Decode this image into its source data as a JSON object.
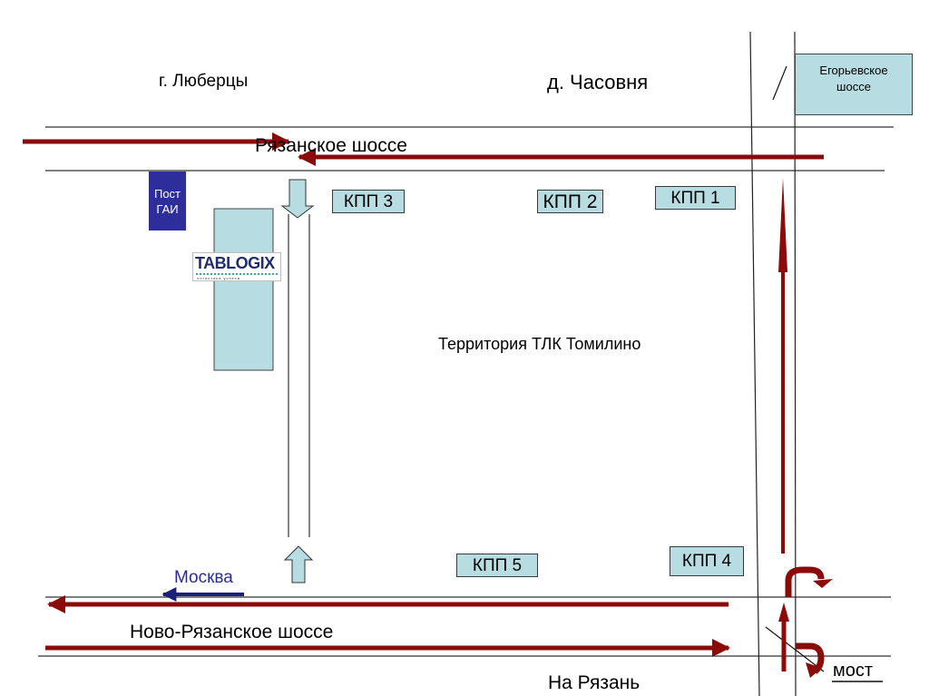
{
  "title": "Схема проезда: Территория ТЛК Томилино",
  "places": {
    "lyubertsy": "г. Люберцы",
    "chasovnya": "д. Часовня",
    "territory": "Территория ТЛК Томилино",
    "na_ryazan": "На Рязань",
    "moskva": "Москва"
  },
  "roads": {
    "ryazanskoe": "Рязанское шоссе",
    "novo_ryazanskoe": "Ново-Рязанское шоссе",
    "egorevskoe_line1": "Егорьевское",
    "egorevskoe_line2": "шоссе",
    "bridge": "мост"
  },
  "gai": {
    "line1": "Пост",
    "line2": "ГАИ"
  },
  "logo": {
    "word": "TABLOGIX",
    "tagline": "логистика успеха"
  },
  "checkpoints": [
    {
      "id": "kpp3",
      "label": "КПП 3"
    },
    {
      "id": "kpp2",
      "label": "КПП 2"
    },
    {
      "id": "kpp1",
      "label": "КПП 1"
    },
    {
      "id": "kpp5",
      "label": "КПП 5"
    },
    {
      "id": "kpp4",
      "label": "КПП 4"
    }
  ],
  "colors": {
    "traffic_arrow": "#8b0a0a",
    "moskva_arrow": "#1a1f7a",
    "building_fill": "#b7dde2",
    "gai_fill": "#2e2e9a",
    "road_line": "#333333"
  }
}
